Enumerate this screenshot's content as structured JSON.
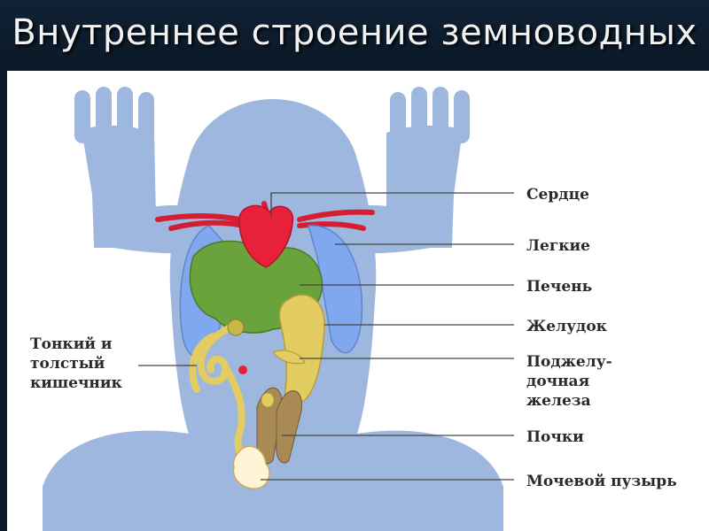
{
  "slide": {
    "title": "Внутреннее строение земноводных"
  },
  "diagram": {
    "labels": {
      "heart": "Сердце",
      "lungs": "Легкие",
      "liver": "Печень",
      "stomach": "Желудок",
      "pancreas_line1": "Поджелу-",
      "pancreas_line2": "дочная",
      "pancreas_line3": "железа",
      "kidneys": "Почки",
      "bladder": "Мочевой пузырь",
      "intestine_line1": "Тонкий и",
      "intestine_line2": "толстый",
      "intestine_line3": "кишечник"
    },
    "colors": {
      "body": "#9db7de",
      "heart": "#e8203a",
      "lungs": "#7fa8ee",
      "liver": "#6aa33c",
      "digestive": "#e3cc62",
      "kidneys": "#a98a55",
      "bladder": "#fff4d6"
    }
  }
}
